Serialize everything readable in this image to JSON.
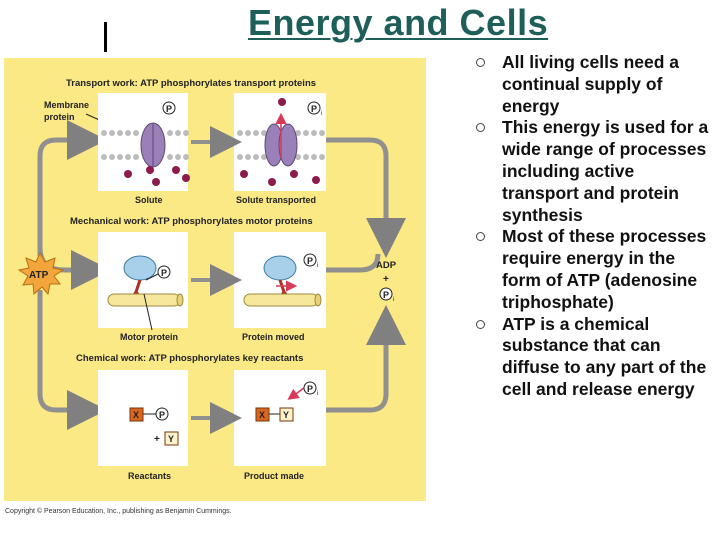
{
  "slide": {
    "title": "Energy and Cells",
    "bullets": [
      "All living cells need a continual supply of energy",
      "This energy is used for a wide range of processes including active transport and protein synthesis",
      "Most of these processes require energy in the form of ATP (adenosine triphosphate)",
      "ATP is a chemical substance that can diffuse to any part of the cell and release energy"
    ]
  },
  "figure": {
    "transport_title": "Transport work: ATP phosphorylates transport proteins",
    "membrane_label_1": "Membrane",
    "membrane_label_2": "protein",
    "solute": "Solute",
    "solute_transported": "Solute transported",
    "mechanical_title": "Mechanical work: ATP phosphorylates motor proteins",
    "motor_protein": "Motor protein",
    "protein_moved": "Protein moved",
    "chemical_title": "Chemical work: ATP phosphorylates key reactants",
    "reactants": "Reactants",
    "product_made": "Product made",
    "atp": "ATP",
    "adp": "ADP",
    "plus": "+",
    "p": "P",
    "pi_sub": "i",
    "x": "X",
    "y": "Y",
    "copyright": "Copyright © Pearson Education, Inc., publishing as Benjamin Cummings."
  },
  "colors": {
    "title": "#1f5f5a",
    "figure_bg": "#fae985",
    "panel_bg": "#ffffff",
    "arrow": "#909090",
    "protein": "#9b7fb8",
    "solute": "#8c1a4a",
    "reactant_box": "#d9661f",
    "motor_head": "#a8d0ea",
    "filament": "#f5e89a",
    "red": "#c0392b"
  }
}
